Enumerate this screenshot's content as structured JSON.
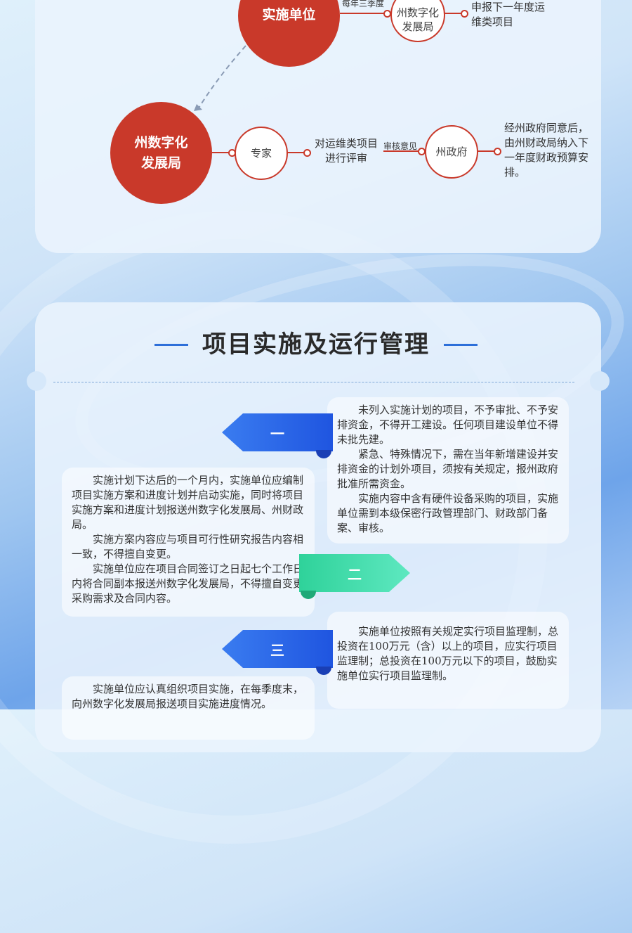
{
  "flow": {
    "impl_unit": "实施单位",
    "quarter_label": "每年三季度",
    "digital_bureau_small": "州数字化发展局",
    "annual_report": "申报下一年度运维类项目",
    "digital_bureau_big": "州数字化发展局",
    "expert": "专家",
    "review": "对运维类项目进行评审",
    "review_opinion": "审核意见",
    "gov": "州政府",
    "budget": "经州政府同意后，由州财政局纳入下一年度财政预算安排。"
  },
  "section2": {
    "title": "项目实施及运行管理",
    "badges": [
      "一",
      "二",
      "三"
    ],
    "panel1": [
      "未列入实施计划的项目，不予审批、不予安排资金，不得开工建设。任何项目建设单位不得未批先建。",
      "紧急、特殊情况下，需在当年新增建设并安排资金的计划外项目，须按有关规定，报州政府批准所需资金。",
      "实施内容中含有硬件设备采购的项目，实施单位需到本级保密行政管理部门、财政部门备案、审核。"
    ],
    "panel2": [
      "实施计划下达后的一个月内，实施单位应编制项目实施方案和进度计划并启动实施，同时将项目实施方案和进度计划报送州数字化发展局、州财政局。",
      "实施方案内容应与项目可行性研究报告内容相一致，不得擅自变更。",
      "实施单位应在项目合同签订之日起七个工作日内将合同副本报送州数字化发展局，不得擅自变更采购需求及合同内容。"
    ],
    "panel3": [
      "实施单位按照有关规定实行项目监理制，总投资在100万元（含）以上的项目，应实行项目监理制；总投资在100万元以下的项目，鼓励实施单位实行项目监理制。"
    ],
    "panel4": [
      "实施单位应认真组织项目实施，在每季度末，向州数字化发展局报送项目实施进度情况。"
    ]
  },
  "colors": {
    "red": "#c9392a",
    "blue": "#2d6fd9",
    "green": "#3ddba8"
  }
}
